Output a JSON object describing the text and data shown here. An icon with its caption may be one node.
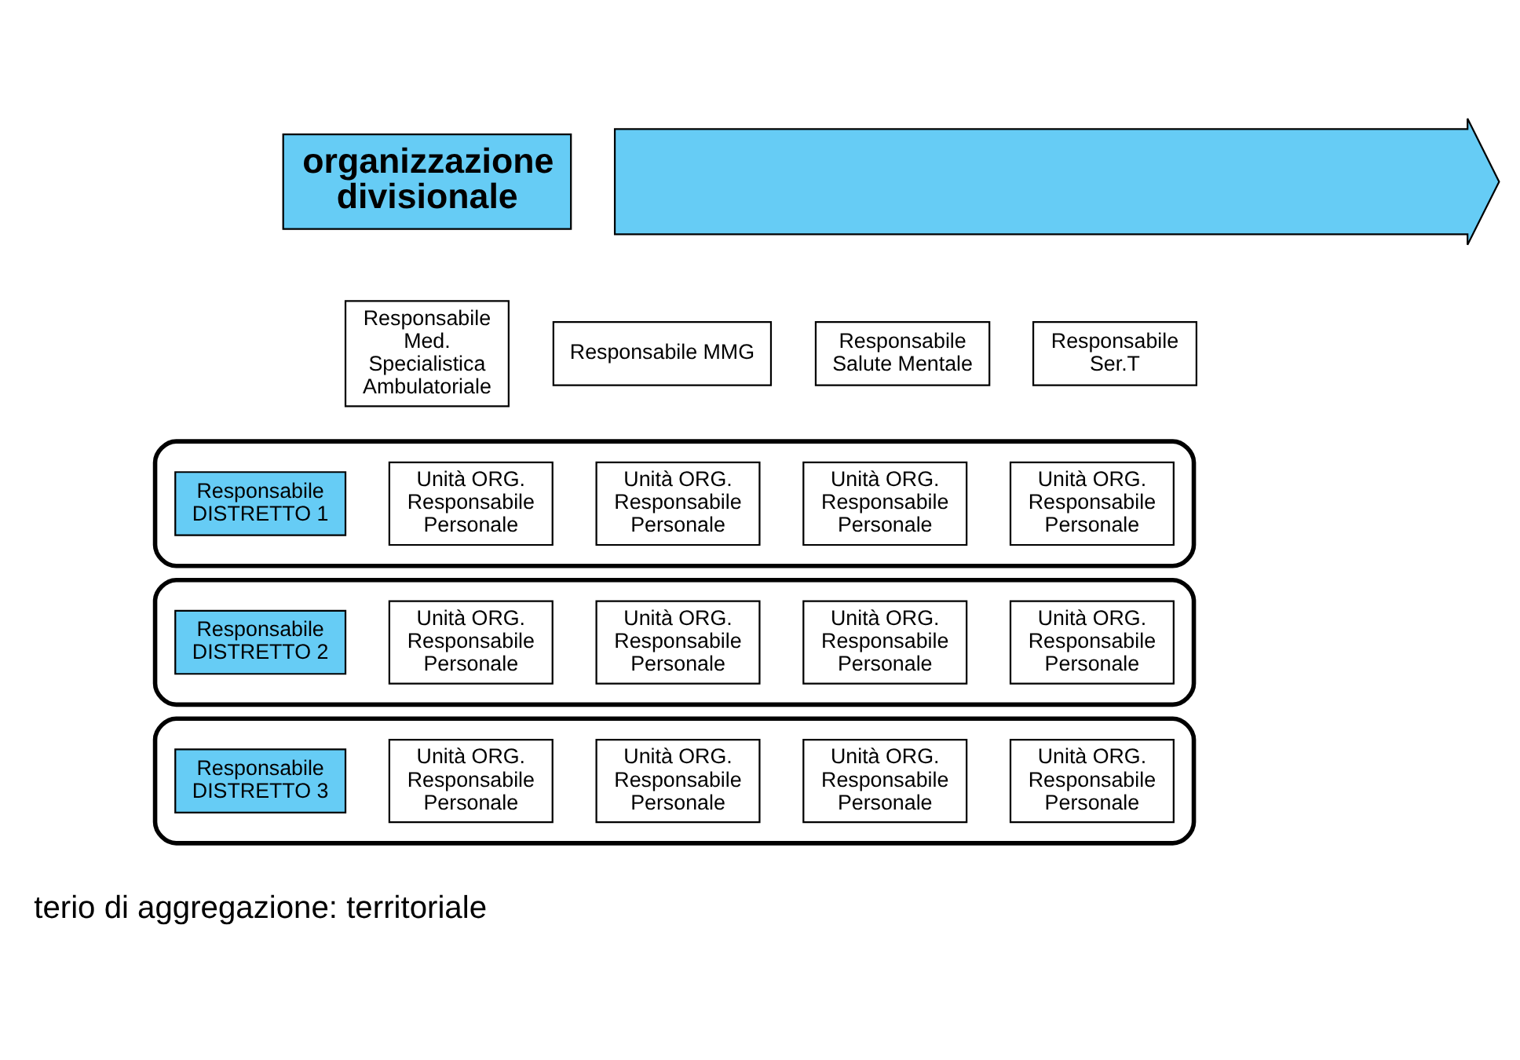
{
  "diagram": {
    "nodes": [
      {
        "text": [
          "organizzazione divisionale"
        ]
      },
      {
        "text": [],
        "shape": "arrow"
      },
      {
        "text": [
          "Responsabile Med. Specialistica Ambulatoriale"
        ]
      },
      {
        "text": [
          "Responsabile MMG"
        ]
      },
      {
        "text": [
          "Responsabile Salute Mentale"
        ]
      },
      {
        "text": [
          "Responsabile Ser.T"
        ]
      },
      {
        "text": [],
        "shape": "box"
      },
      {
        "text": [
          "Responsabile DISTRETTO 1"
        ],
        "in": 6
      },
      {
        "text": [
          "Unità ORG. Responsabile Personale"
        ],
        "in": 6
      },
      {
        "text": [
          "Unità ORG. Responsabile Personale"
        ],
        "in": 6
      },
      {
        "text": [
          "Unità ORG. Responsabile Personale"
        ],
        "in": 6
      },
      {
        "text": [
          "Unità ORG. Responsabile Personale"
        ],
        "in": 6
      },
      {
        "text": [],
        "shape": "box"
      },
      {
        "text": [
          "Responsabile DISTRETTO 2"
        ],
        "in": 12
      },
      {
        "text": [
          "Unità ORG. Responsabile Personale"
        ],
        "in": 12
      },
      {
        "text": [
          "Unità ORG. Responsabile Personale"
        ],
        "in": 12
      },
      {
        "text": [
          "Unità ORG. Responsabile Personale"
        ],
        "in": 12
      },
      {
        "text": [
          "Unità ORG. Responsabile Personale"
        ],
        "in": 12
      },
      {
        "text": [],
        "shape": "box"
      },
      {
        "text": [
          "Responsabile DISTRETTO 3"
        ],
        "in": 18
      },
      {
        "text": [
          "Unità ORG. Responsabile Personale"
        ],
        "in": 18
      },
      {
        "text": [
          "Unità ORG. Responsabile Personale"
        ],
        "in": 18
      },
      {
        "text": [
          "Unità ORG. Responsabile Personale"
        ],
        "in": 18
      },
      {
        "text": [
          "Unità ORG. Responsabile Personale"
        ],
        "in": 18
      }
    ],
    "edges": [],
    "labels": [
      "terio di aggregazione: territoriale"
    ]
  }
}
